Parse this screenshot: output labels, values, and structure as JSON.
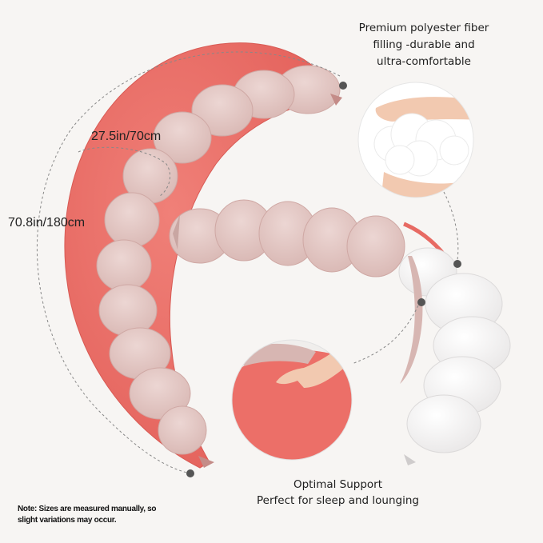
{
  "features": {
    "filling": {
      "lines": [
        "Premium polyester fiber",
        "filling -durable and",
        "ultra-comfortable"
      ]
    },
    "support": {
      "lines": [
        "Optimal Support",
        "Perfect for sleep and lounging"
      ]
    }
  },
  "dimensions": {
    "width": "27.5in/70cm",
    "length": "70.8in/180cm"
  },
  "note": "Note: Sizes are measured manually, so slight variations may occur.",
  "colors": {
    "background": "#f7f5f3",
    "coral_cover": "#ec6f68",
    "blush_inner": "#e2c6c3",
    "white_filling": "#ffffff",
    "skin": "#f2c9b0"
  }
}
